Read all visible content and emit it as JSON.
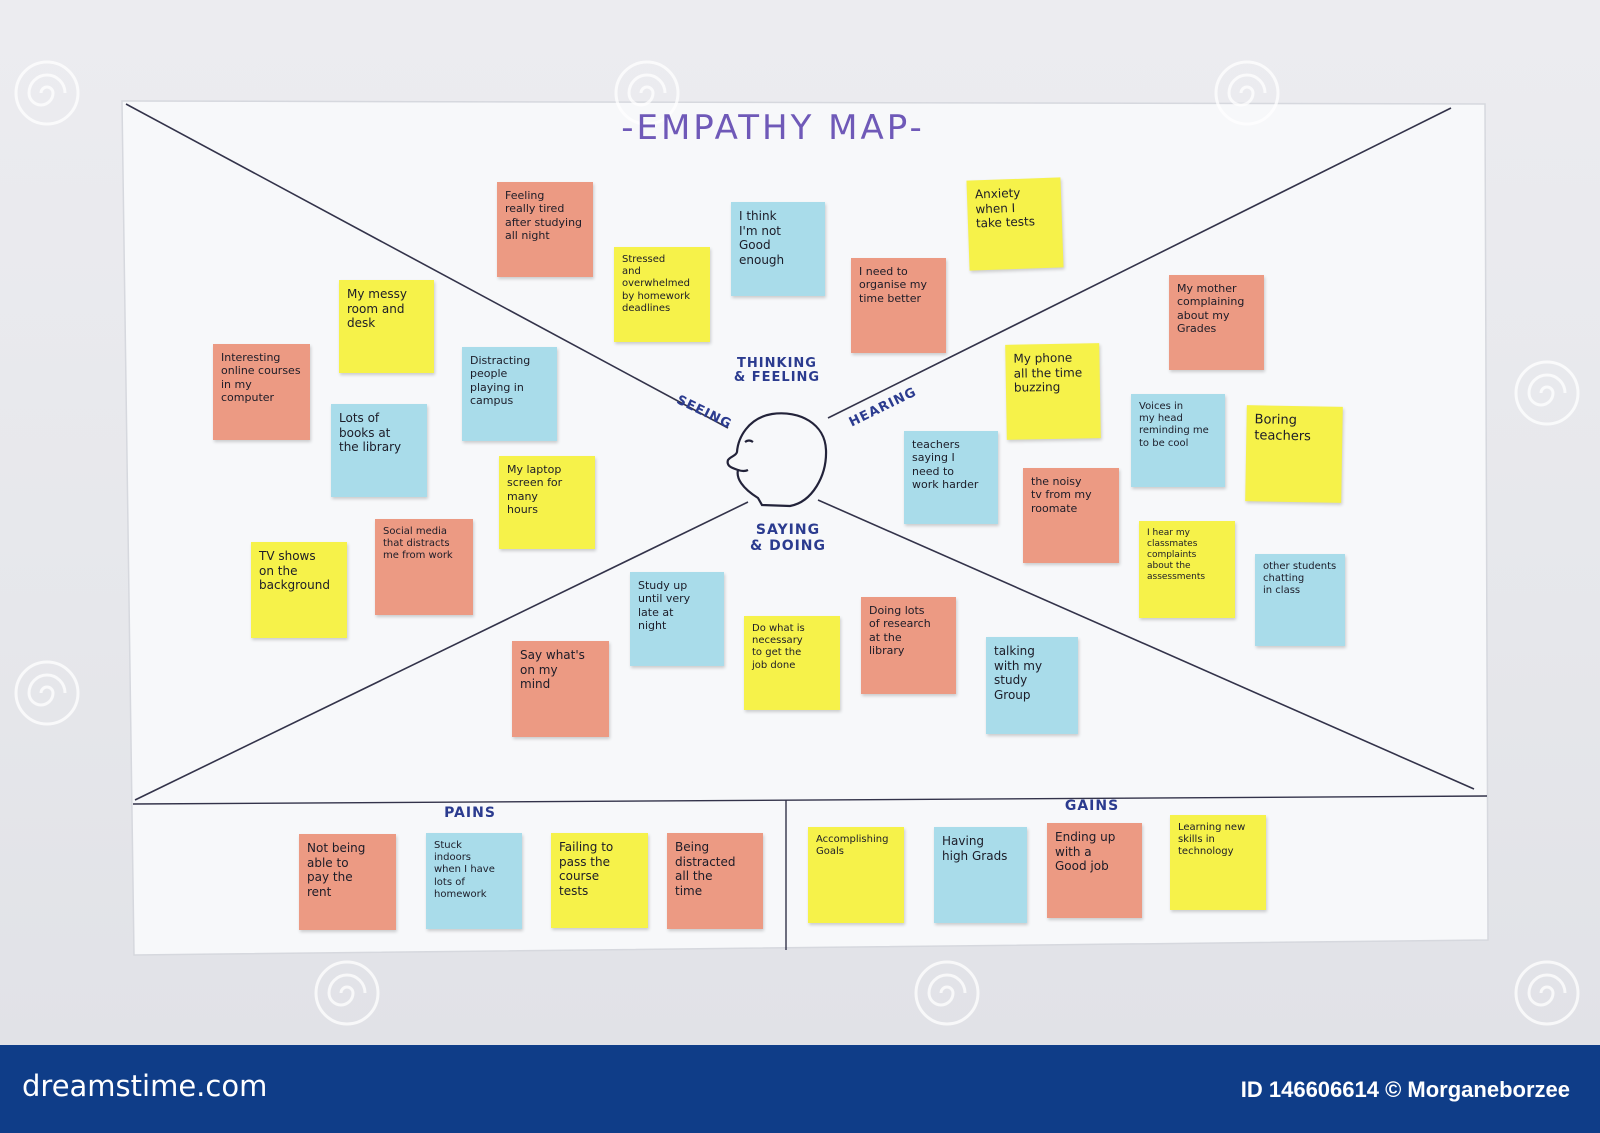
{
  "title": "-EMPATHY MAP-",
  "center_labels": {
    "thinking": "THINKING\n& FEELING",
    "seeing": "SEEING",
    "hearing": "HEARING",
    "saying": "SAYING\n& DOING"
  },
  "sections": {
    "pains": "PAINS",
    "gains": "GAINS"
  },
  "notes": [
    "Feeling\nreally tired\nafter studying\nall night",
    "I think\nI'm not\nGood enough",
    "Anxiety\nwhen I\ntake tests",
    "Stressed\nand overwhelmed\nby homework\ndeadlines",
    "I need to\norganise my\ntime better",
    "My messy\nroom and\ndesk",
    "My mother\ncomplaining\nabout my\nGrades",
    "Interesting\nonline courses\nin my\ncomputer",
    "Distracting\npeople\nplaying in\ncampus",
    "My phone\nall the time\nbuzzing",
    "Lots of\nbooks at\nthe library",
    "Voices in\nmy head\nreminding me\nto be cool",
    "Boring\nteachers",
    "teachers\nsaying I\nneed to\nwork harder",
    "My laptop\nscreen for\nmany\nhours",
    "the noisy\ntv from my\nroomate",
    "I hear my\nclassmates\ncomplaints\nabout the\nassessments",
    "TV shows\non the\nbackground",
    "Social media\nthat distracts\nme from work",
    "Study up\nuntil very\nlate at\nnight",
    "other students\nchatting\nin class",
    "Doing lots\nof research\nat the\nlibrary",
    "Do what is\nnecessary\nto get the\njob done",
    "Say what's\non my\nmind",
    "talking\nwith my\nstudy\nGroup",
    "Not being\nable to\npay the\nrent",
    "Stuck\nindoors\nwhen I have\nlots of\nhomework",
    "Failing to\npass the\ncourse\ntests",
    "Being\ndistracted\nall the\ntime",
    "Accomplishing\nGoals",
    "Having\nhigh Grads",
    "Ending up\nwith a\nGood job",
    "Learning new\nskills in\ntechnology"
  ],
  "colors": {
    "salmon": "#ec9a83",
    "yellow": "#f6f24a",
    "blue": "#a9dcea",
    "marker": "#2b3b8f",
    "footer": "#0f3d88"
  },
  "watermark_icon": "dreamstime-spiral-icon",
  "footer": {
    "logo": "dreamstime.com",
    "id": "ID 146606614 © Morganeborzee"
  }
}
